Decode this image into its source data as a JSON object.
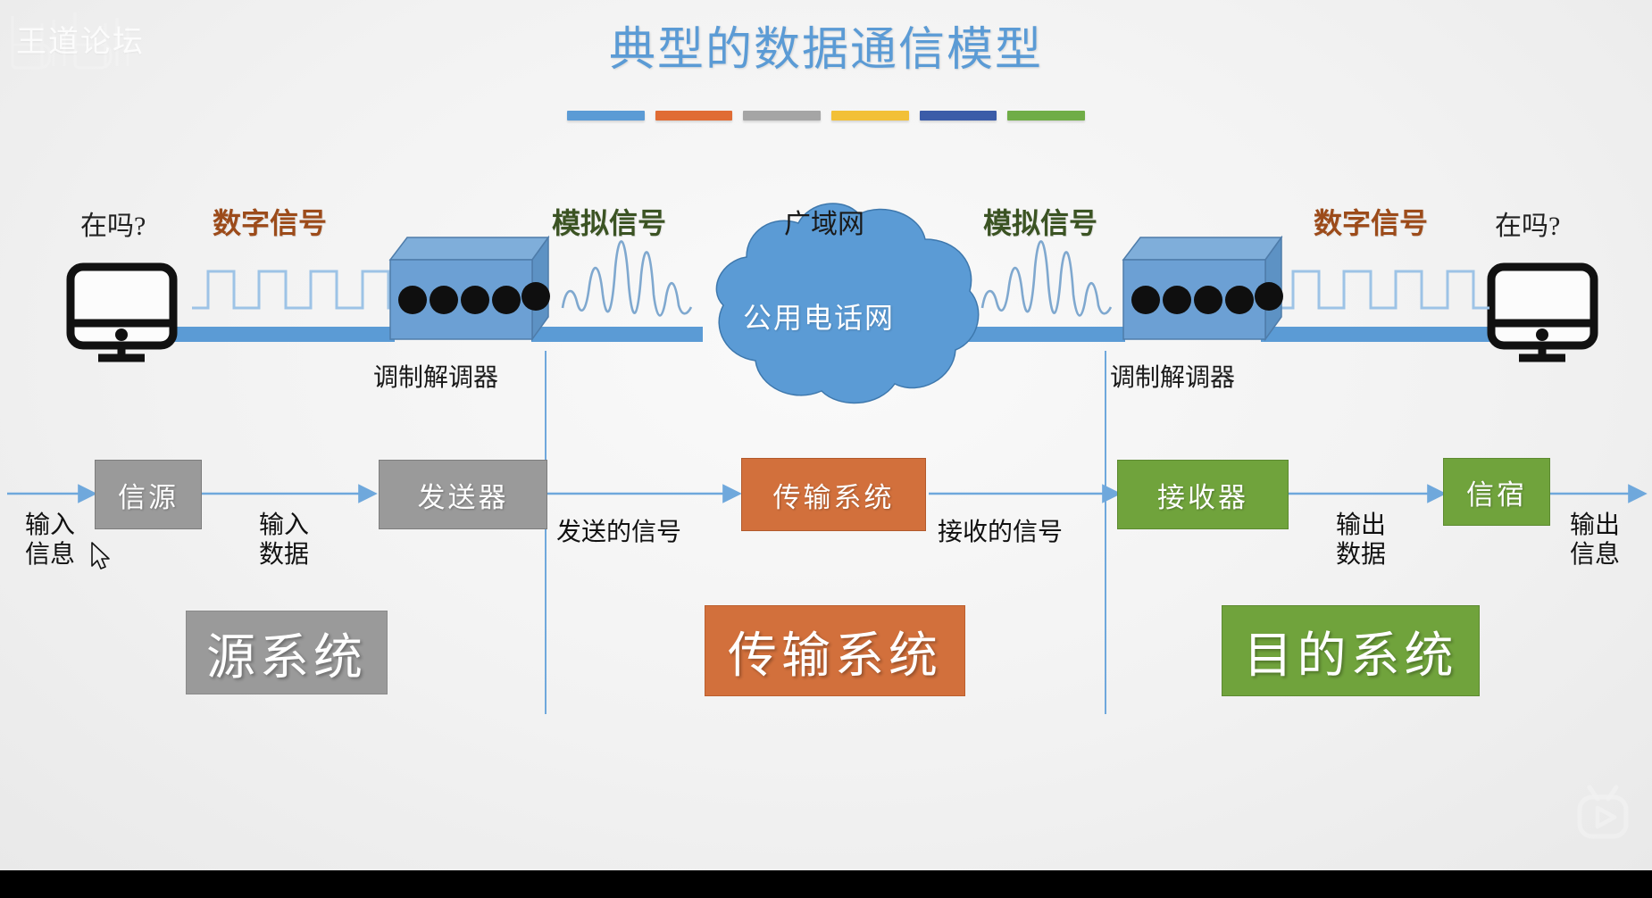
{
  "slide": {
    "title": "典型的数据通信模型",
    "title_color": "#5B9BD5",
    "accent_bars": [
      "#5B9BD5",
      "#E06C34",
      "#A5A5A5",
      "#F2C037",
      "#3B5CA8",
      "#70AD47"
    ]
  },
  "watermarks": {
    "forum": "王道论坛",
    "brand": "bilibili",
    "corner_logo": "bilibili-tv-icon"
  },
  "top_row": {
    "left_computer_label": "在吗?",
    "right_computer_label": "在吗?",
    "left_signal": "数字信号",
    "right_signal": "数字信号",
    "left_analog": "模拟信号",
    "right_analog": "模拟信号",
    "wan_label": "广域网",
    "cloud_label": "公用电话网",
    "left_modem": "调制解调器",
    "right_modem": "调制解调器",
    "signal_colors": {
      "digital": "#9C4B1A",
      "analog": "#3B5323",
      "wire": "#5B9BD5",
      "cloud": "#5B9BD5"
    }
  },
  "flow": {
    "boxes": [
      {
        "label": "信源",
        "color": "gray"
      },
      {
        "label": "发送器",
        "color": "gray"
      },
      {
        "label": "传输系统",
        "color": "orange"
      },
      {
        "label": "接收器",
        "color": "green"
      },
      {
        "label": "信宿",
        "color": "green"
      }
    ],
    "edge_labels": {
      "input_info": "输入\n信息",
      "input_data": "输入\n数据",
      "sent_signal": "发送的信号",
      "received_signal": "接收的信号",
      "output_data": "输出\n数据",
      "output_info": "输出\n信息"
    },
    "input_info_line1": "输入",
    "input_info_line2": "信息",
    "input_data_line1": "输入",
    "input_data_line2": "数据",
    "sent_signal": "发送的信号",
    "received_signal": "接收的信号",
    "output_data_line1": "输出",
    "output_data_line2": "数据",
    "output_info_line1": "输出",
    "output_info_line2": "信息"
  },
  "systems": [
    {
      "label": "源系统",
      "color": "gray"
    },
    {
      "label": "传输系统",
      "color": "orange"
    },
    {
      "label": "目的系统",
      "color": "green"
    }
  ],
  "palette": {
    "gray": "#9A9A9A",
    "orange": "#D2703C",
    "green": "#70A33C",
    "blue_line": "#6FA8DC",
    "background": "#F2F2F2"
  }
}
